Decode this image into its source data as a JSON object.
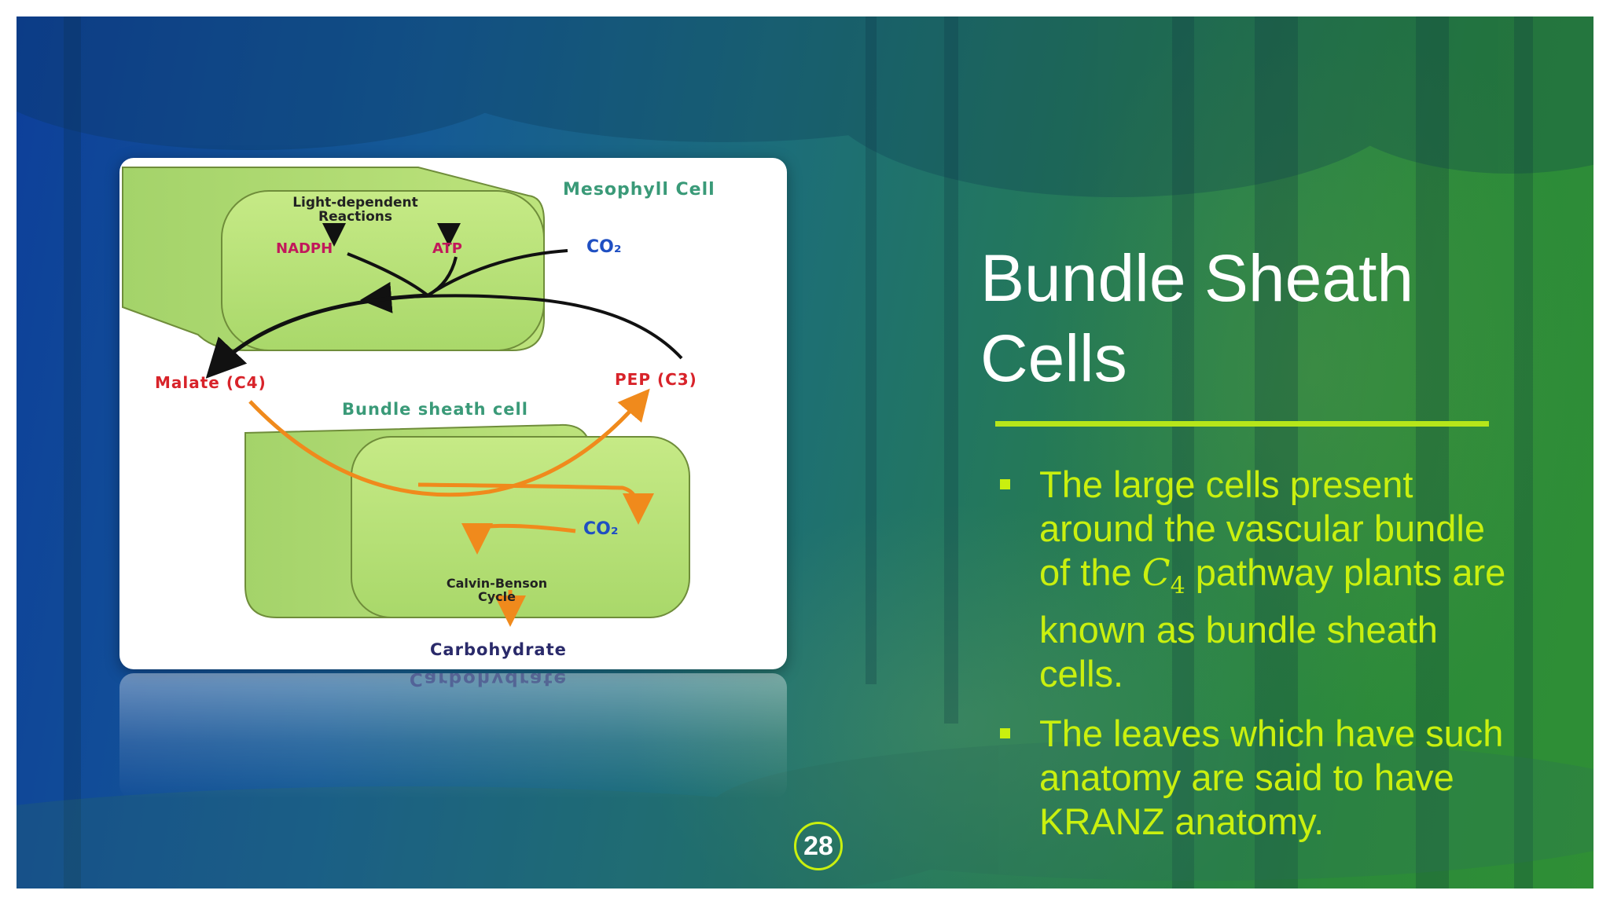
{
  "slide": {
    "title_line1": "Bundle Sheath",
    "title_line2": "Cells",
    "bullets": [
      {
        "before": "The large cells present around the vascular bundle of the ",
        "math_base": "C",
        "math_sub": "4",
        "after": " pathway plants are known as bundle sheath cells."
      },
      {
        "text": "The leaves which have such anatomy are said to have KRANZ anatomy."
      }
    ],
    "page_number": "28"
  },
  "diagram": {
    "mesophyll_label": "Mesophyll Cell",
    "light_dependent_line1": "Light-dependent",
    "light_dependent_line2": "Reactions",
    "nadph": "NADPH",
    "atp": "ATP",
    "co2_top": "CO₂",
    "malate": "Malate (C4)",
    "pep": "PEP (C3)",
    "bundle_sheath_label": "Bundle sheath cell",
    "co2_inner": "CO₂",
    "calvin_line1": "Calvin-Benson",
    "calvin_line2": "Cycle",
    "carbohydrate": "Carbohydrate"
  },
  "colors": {
    "accent_lime": "#c9f00f",
    "rule_lime": "#b6e61a",
    "cell_green": "#b8e07a",
    "arrow_orange": "#f08a1c",
    "label_red": "#d8232a",
    "label_blue": "#1f4fc2",
    "label_teal": "#3a9a78"
  }
}
